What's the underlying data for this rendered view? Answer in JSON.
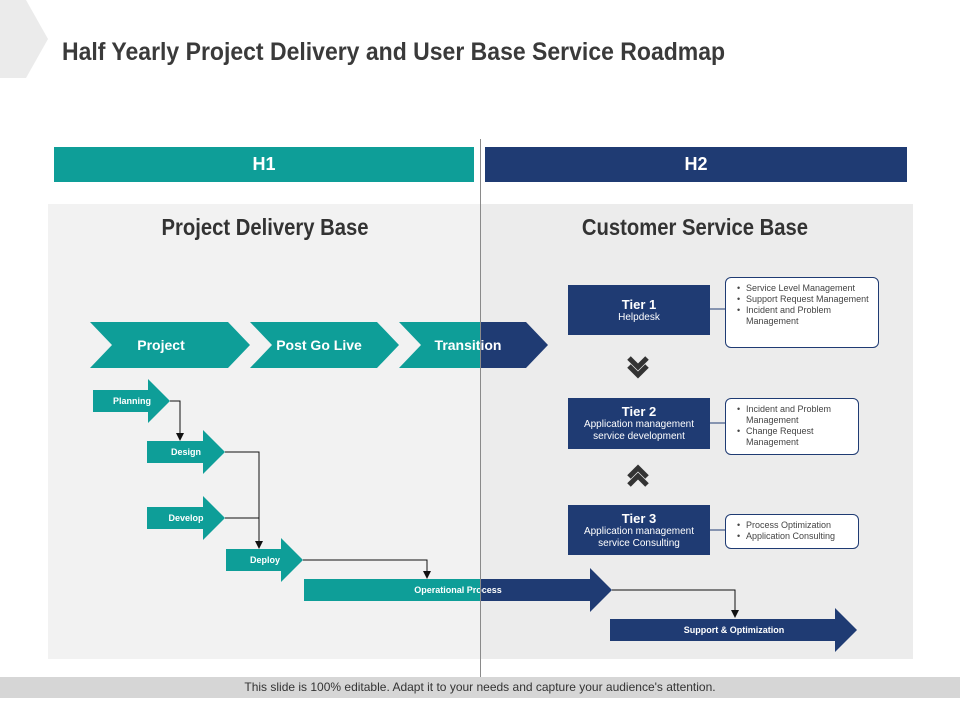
{
  "title": "Half Yearly Project Delivery and User Base Service Roadmap",
  "halves": {
    "h1": "H1",
    "h2": "H2"
  },
  "sections": {
    "left": "Project Delivery Base",
    "right": "Customer Service Base"
  },
  "phases": [
    "Project",
    "Post Go Live",
    "Transition"
  ],
  "steps": [
    "Planning",
    "Design",
    "Develop",
    "Deploy"
  ],
  "processes": {
    "operational": "Operational Process",
    "support": "Support & Optimization"
  },
  "tiers": [
    {
      "name": "Tier 1",
      "desc": "Helpdesk",
      "notes": [
        "Service Level Management",
        "Support Request Management",
        "Incident and Problem Management"
      ]
    },
    {
      "name": "Tier 2",
      "desc": "Application management service development",
      "notes": [
        "Incident and Problem Management",
        "Change Request Management"
      ]
    },
    {
      "name": "Tier 3",
      "desc": "Application management service Consulting",
      "notes": [
        "Process Optimization",
        "Application Consulting"
      ]
    }
  ],
  "footer": "This slide is 100% editable. Adapt it to your needs and capture your audience's attention.",
  "colors": {
    "teal": "#0e9e98",
    "navy": "#1f3b73",
    "panel": "#f2f2f2"
  }
}
